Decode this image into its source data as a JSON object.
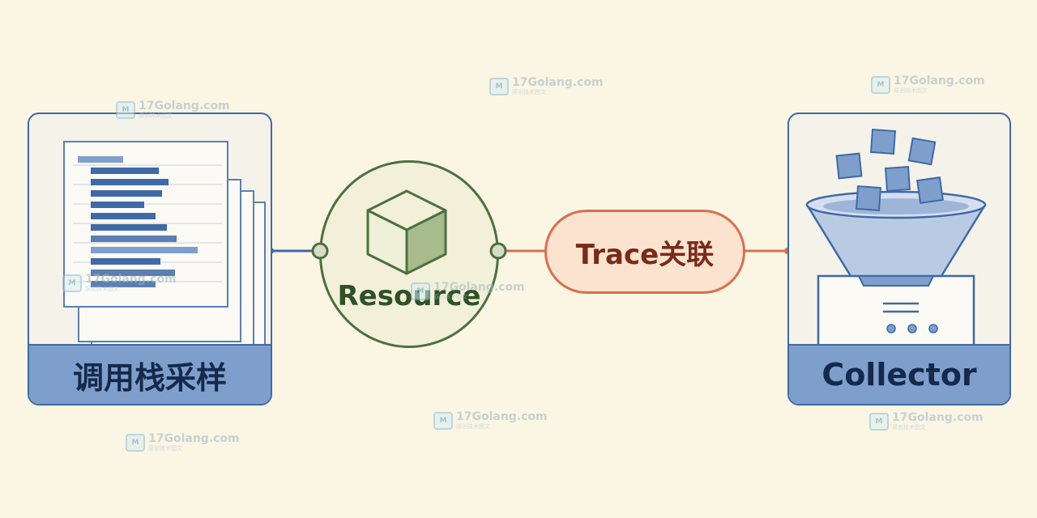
{
  "colors": {
    "background": "#fbf5e4",
    "blue": "#3f6aa6",
    "green": "#4c7040",
    "orange": "#d7704d"
  },
  "left_panel": {
    "label": "调用栈采样",
    "icon": "stacked-documents-icon"
  },
  "resource": {
    "label": "Resource",
    "icon": "cube-icon"
  },
  "trace": {
    "label": "Trace关联"
  },
  "right_panel": {
    "label": "Collector",
    "icon": "funnel-collector-icon"
  },
  "watermark": {
    "text": "17Golang.com",
    "subtext": "原创技术图文"
  }
}
